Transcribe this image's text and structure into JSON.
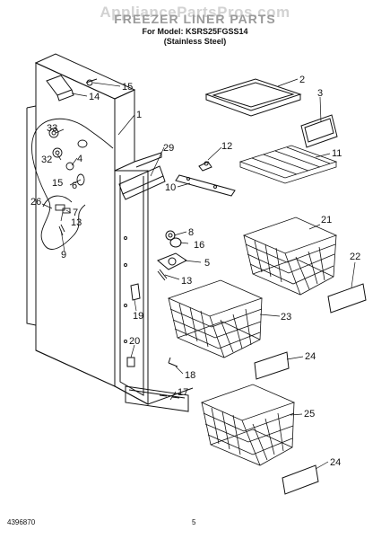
{
  "header": {
    "watermark": "AppliancePartsPros.com",
    "title": "FREEZER LINER PARTS",
    "model_line": "For Model: KSRS25FGSS14",
    "variant": "(Stainless Steel)"
  },
  "footer": {
    "doc_number": "4396870",
    "page_number": "5"
  },
  "parts": {
    "p1": "1",
    "p2": "2",
    "p3": "3",
    "p4": "4",
    "p5": "5",
    "p6": "6",
    "p7": "7",
    "p8": "8",
    "p9": "9",
    "p10": "10",
    "p11": "11",
    "p12": "12",
    "p13a": "13",
    "p13b": "13",
    "p14": "14",
    "p15a": "15",
    "p15b": "15",
    "p16": "16",
    "p17": "17",
    "p18": "18",
    "p19": "19",
    "p20": "20",
    "p21": "21",
    "p22": "22",
    "p23": "23",
    "p24a": "24",
    "p24b": "24",
    "p25": "25",
    "p26": "26",
    "p29": "29",
    "p32": "32",
    "p33": "33"
  }
}
